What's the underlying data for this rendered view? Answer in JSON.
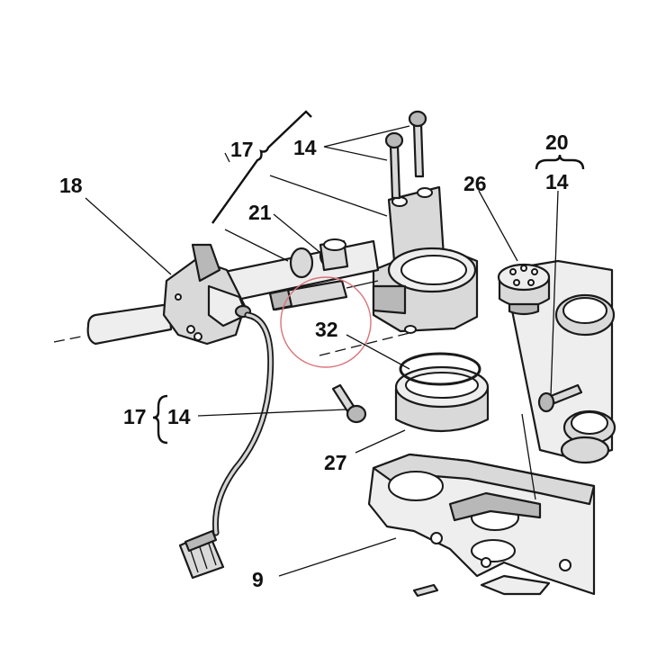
{
  "diagram": {
    "labels": {
      "c17_top": "17",
      "c14_top": "14",
      "c18": "18",
      "c21": "21",
      "c20": "20",
      "c14_right": "14",
      "c26": "26",
      "c32": "32",
      "c17_left": "17",
      "c14_left": "14",
      "c27": "27",
      "c9": "9"
    },
    "highlight_color": "#d9737a",
    "line_color": "#111111",
    "part_fill": "#d9d9d9"
  }
}
